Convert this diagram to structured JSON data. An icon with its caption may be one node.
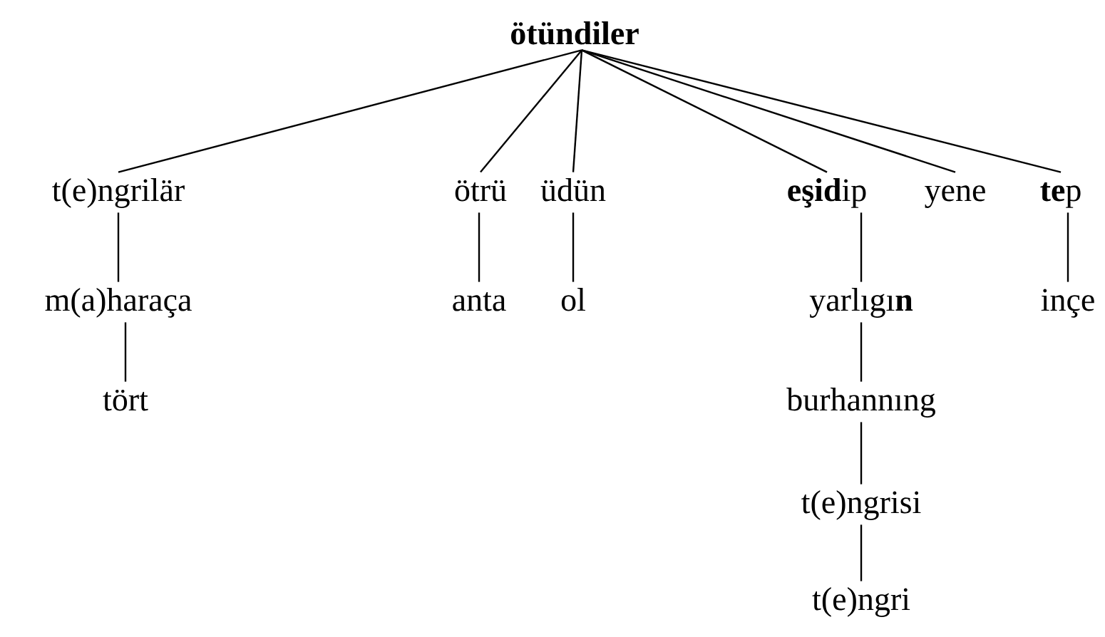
{
  "diagram": {
    "nodes": [
      {
        "text": [
          "ötündiler"
        ]
      },
      {
        "text": [
          "t(e)ngrilär"
        ]
      },
      {
        "text": [
          "ötrü"
        ]
      },
      {
        "text": [
          "üdün"
        ]
      },
      {
        "text": [
          "**eşid**ip"
        ]
      },
      {
        "text": [
          "yene"
        ]
      },
      {
        "text": [
          "**te**p"
        ]
      },
      {
        "text": [
          "m(a)haraça"
        ]
      },
      {
        "text": [
          "anta"
        ]
      },
      {
        "text": [
          "ol"
        ]
      },
      {
        "text": [
          "yarlıgı**n**"
        ]
      },
      {
        "text": [
          "inçe"
        ]
      },
      {
        "text": [
          "tört"
        ]
      },
      {
        "text": [
          "burhannıng"
        ]
      },
      {
        "text": [
          "t(e)ngrisi"
        ]
      },
      {
        "text": [
          "t(e)ngri"
        ]
      }
    ],
    "edges": [
      {
        "from": 0,
        "to": 1,
        "arrow": "none"
      },
      {
        "from": 0,
        "to": 2,
        "arrow": "none"
      },
      {
        "from": 0,
        "to": 3,
        "arrow": "none"
      },
      {
        "from": 0,
        "to": 4,
        "arrow": "none"
      },
      {
        "from": 0,
        "to": 5,
        "arrow": "none"
      },
      {
        "from": 0,
        "to": 6,
        "arrow": "none"
      },
      {
        "from": 1,
        "to": 7,
        "arrow": "none"
      },
      {
        "from": 7,
        "to": 12,
        "arrow": "none"
      },
      {
        "from": 2,
        "to": 8,
        "arrow": "none"
      },
      {
        "from": 3,
        "to": 9,
        "arrow": "none"
      },
      {
        "from": 4,
        "to": 10,
        "arrow": "none"
      },
      {
        "from": 10,
        "to": 13,
        "arrow": "none"
      },
      {
        "from": 13,
        "to": 14,
        "arrow": "none"
      },
      {
        "from": 14,
        "to": 15,
        "arrow": "none"
      },
      {
        "from": 6,
        "to": 11,
        "arrow": "none"
      }
    ]
  }
}
